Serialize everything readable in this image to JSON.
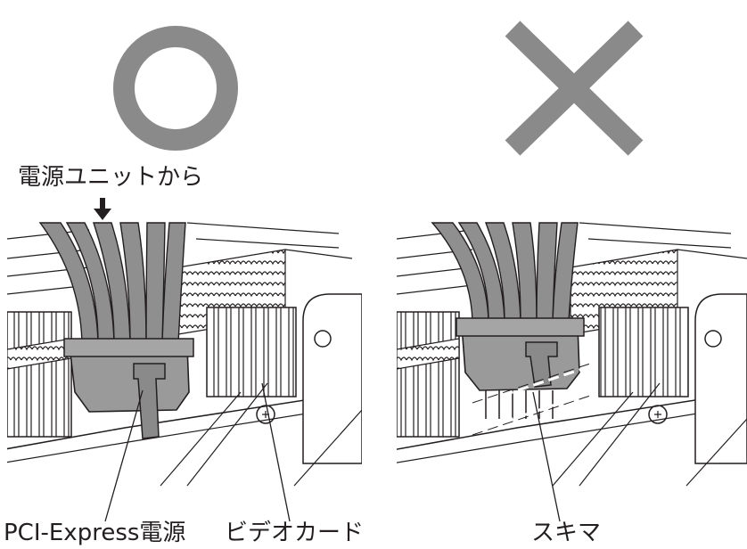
{
  "left_panel": {
    "status_icon": "circle-correct-icon",
    "source_label": "電源ユニットから",
    "arrow_icon": "down-arrow-icon",
    "connector_label": "PCI-Express電源",
    "card_label": "ビデオカード"
  },
  "right_panel": {
    "status_icon": "cross-incorrect-icon",
    "gap_label": "スキマ"
  },
  "colors": {
    "mark": "#8a8a8a",
    "line": "#231f20",
    "connector": "#9a9a9a",
    "background": "#ffffff"
  }
}
